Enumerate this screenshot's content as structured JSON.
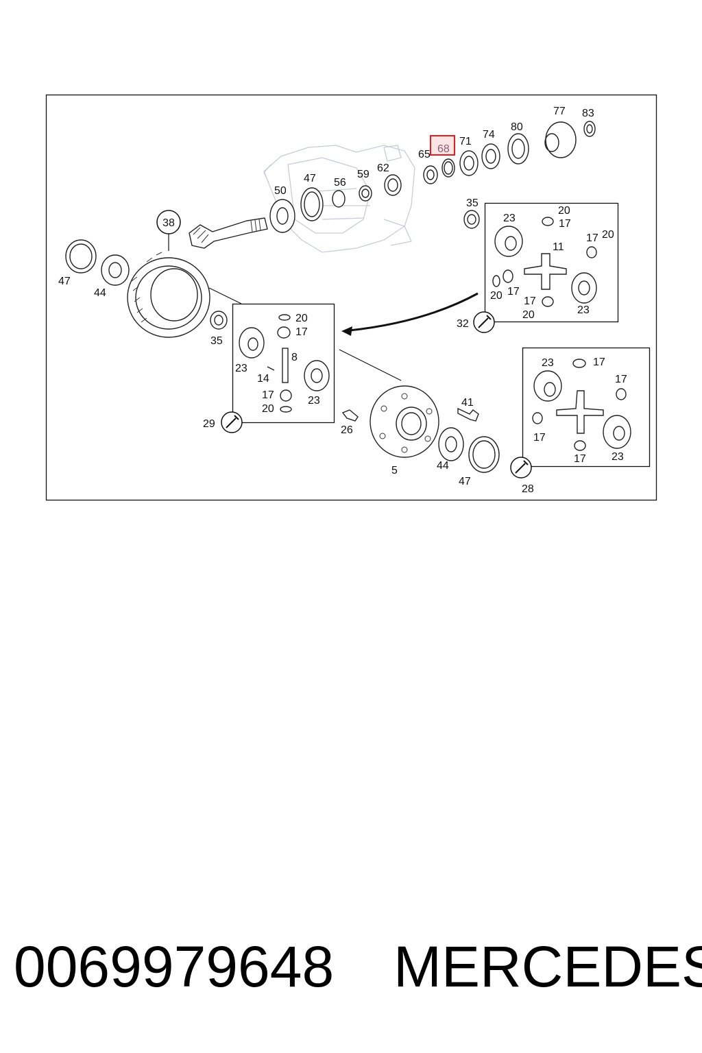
{
  "highlight_color": "#e02020",
  "diagram": {
    "labels": {
      "p38": "38",
      "p50": "50",
      "p47a": "47",
      "p56": "56",
      "p59": "59",
      "p62": "62",
      "p65": "65",
      "p68": "68",
      "p71": "71",
      "p74": "74",
      "p80": "80",
      "p77": "77",
      "p83": "83",
      "p47b": "47",
      "p44a": "44",
      "p35a": "35",
      "p35b": "35",
      "i1_23a": "23",
      "i1_20a": "20",
      "i1_17a": "17",
      "i1_11": "11",
      "i1_17b": "17",
      "i1_20b": "20",
      "i1_20c": "20",
      "i1_17c": "17",
      "i1_17d": "17",
      "i1_20d": "20",
      "i1_23b": "23",
      "p32": "32",
      "i2_20a": "20",
      "i2_17a": "17",
      "i2_8": "8",
      "i2_23a": "23",
      "i2_14": "14",
      "i2_17b": "17",
      "i2_20b": "20",
      "i2_23b": "23",
      "p29": "29",
      "p41": "41",
      "p26": "26",
      "p5": "5",
      "p44b": "44",
      "p47c": "47",
      "i3_23a": "23",
      "i3_17a": "17",
      "i3_17b": "17",
      "i3_17c": "17",
      "i3_17d": "17",
      "i3_23b": "23",
      "p28": "28"
    },
    "highlighted_part": "68"
  },
  "footer": {
    "part_number": "0069979648",
    "brand": "MERCEDES"
  }
}
